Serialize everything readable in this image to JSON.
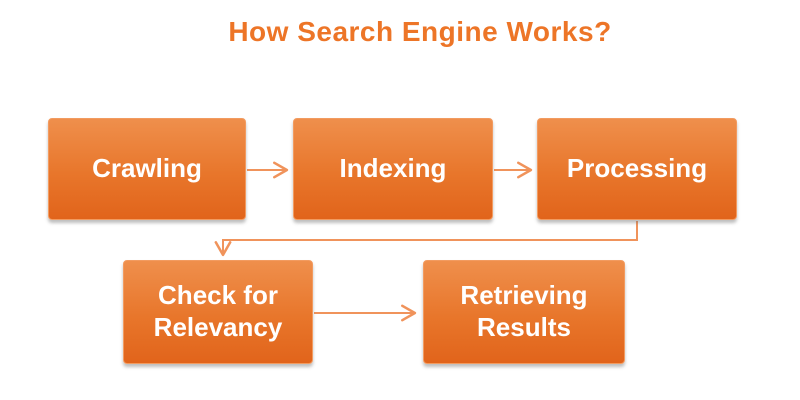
{
  "title": "How Search Engine Works?",
  "colors": {
    "background": "#FFFFFF",
    "title": "#ED7527",
    "box_top": "#EF8F4C",
    "box_mid": "#E8762B",
    "box_bottom": "#E1641B",
    "box_border": "#F29B60",
    "box_text": "#FFFFFF",
    "arrow": "#F0935B"
  },
  "nodes": [
    {
      "label": "Crawling"
    },
    {
      "label": "Indexing"
    },
    {
      "label": "Processing"
    },
    {
      "label": "Check for Relevancy"
    },
    {
      "label": "Retrieving Results"
    }
  ],
  "flow_order": "Crawling > Indexing > Processing > Check for Relevancy > Retrieving Results"
}
